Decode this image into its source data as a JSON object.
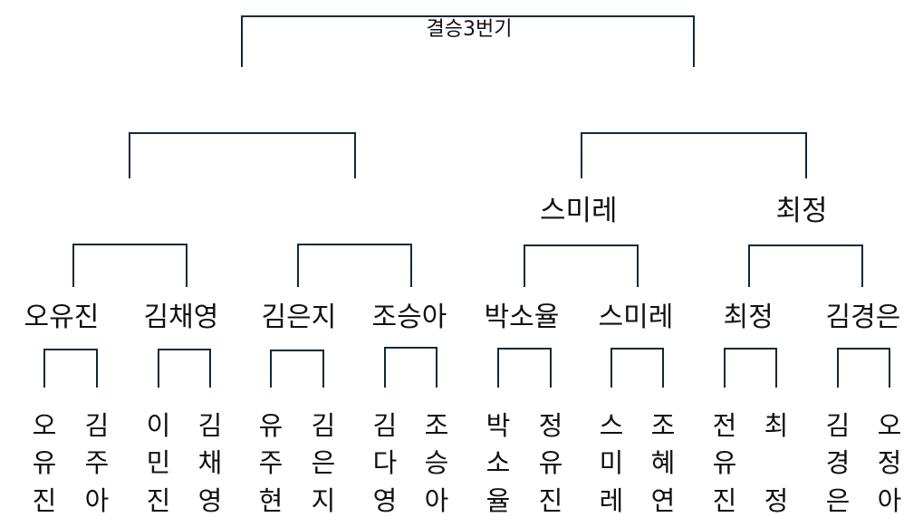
{
  "title": "결승3번기",
  "semifinal_winners": [
    "스미레",
    "최정"
  ],
  "quarterfinal_winners": [
    "오유진",
    "김채영",
    "김은지",
    "조승아",
    "박소율",
    "스미레",
    "최정",
    "김경은"
  ],
  "players": [
    "오\n유\n진",
    "김\n주\n아",
    "이\n민\n진",
    "김\n채\n영",
    "유\n주\n현",
    "김\n은\n지",
    "김\n다\n영",
    "조\n승\n아",
    "박\n소\n율",
    "정\n유\n진",
    "스\n미\n레",
    "조\n혜\n연",
    "전\n유\n진",
    "최\n\n정",
    "김\n경\n은",
    "오\n정\n아"
  ],
  "colors": {
    "line": "#0b2a3a",
    "text": "#111111"
  }
}
